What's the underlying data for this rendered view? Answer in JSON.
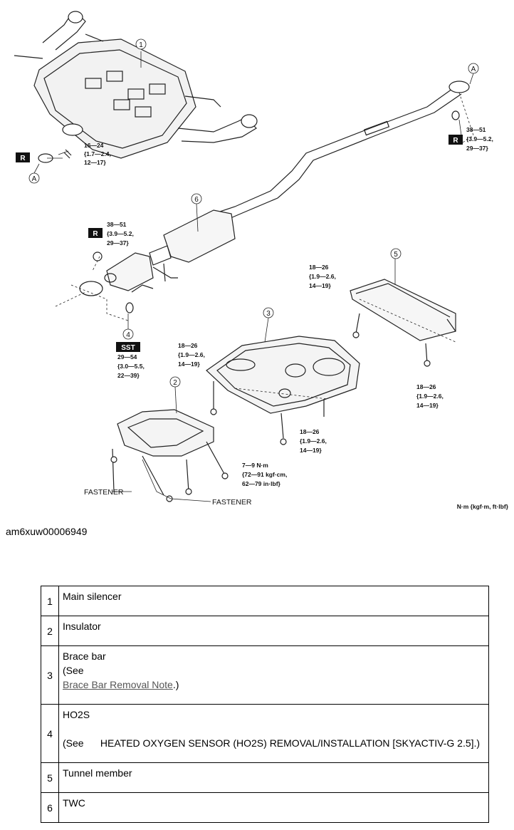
{
  "diagram": {
    "callouts": [
      "1",
      "2",
      "3",
      "4",
      "5",
      "6"
    ],
    "badges": {
      "r": "R",
      "sst": "SST"
    },
    "circle_a": "A",
    "torques": {
      "t1": [
        "16—24",
        "{1.7—2.4,",
        "12—17}"
      ],
      "t2": [
        "38—51",
        "{3.9—5.2,",
        "29—37}"
      ],
      "t3": [
        "38—51",
        "{3.9—5.2,",
        "29—37}"
      ],
      "t4": [
        "29—54",
        "{3.0—5.5,",
        "22—39}"
      ],
      "t5": [
        "18—26",
        "{1.9—2.6,",
        "14—19}"
      ],
      "t6": [
        "18—26",
        "{1.9—2.6,",
        "14—19}"
      ],
      "t7": [
        "18—26",
        "{1.9—2.6,",
        "14—19}"
      ],
      "t8": [
        "18—26",
        "{1.9—2.6,",
        "14—19}"
      ],
      "t9": [
        "7—9 N·m",
        "{72—91 kgf·cm,",
        "62—79 in·lbf}"
      ]
    },
    "fastener": "FASTENER",
    "units": "N·m {kgf·m, ft·lbf}"
  },
  "caption": "am6xuw00006949",
  "parts": [
    {
      "num": "1",
      "name": "Main silencer"
    },
    {
      "num": "2",
      "name": "Insulator"
    },
    {
      "num": "3",
      "name": "Brace bar",
      "see_prefix": "(See",
      "link": "Brace Bar Removal Note",
      "see_suffix": ".)"
    },
    {
      "num": "4",
      "name": "HO2S",
      "see": "(See      HEATED OXYGEN SENSOR (HO2S) REMOVAL/INSTALLATION [SKYACTIV-G 2.5].)"
    },
    {
      "num": "5",
      "name": "Tunnel member"
    },
    {
      "num": "6",
      "name": "TWC"
    }
  ]
}
